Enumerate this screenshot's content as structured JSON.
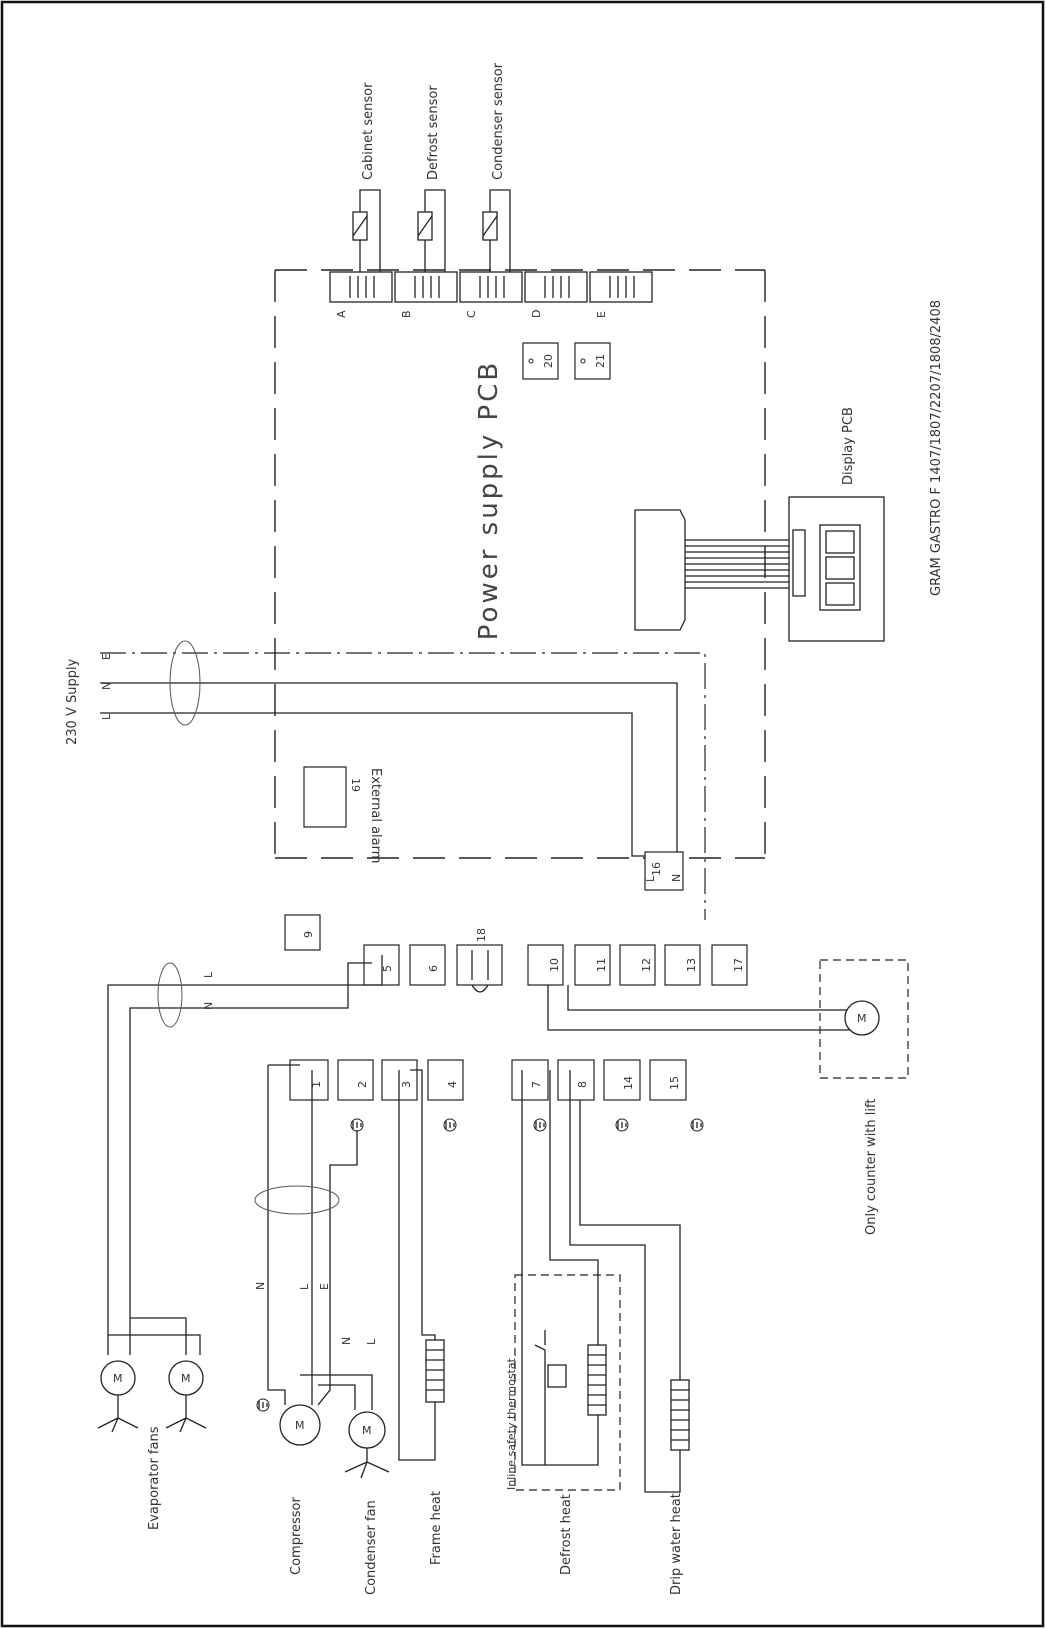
{
  "title": "GRAM GASTRO F 1407/1807/2207/1808/2408",
  "pcb_label": "Power supply PCB",
  "display_pcb": "Display PCB",
  "supply": {
    "label": "230 V Supply",
    "l": "L",
    "n": "N",
    "e": "E"
  },
  "sensors": {
    "cabinet": "Cabinet sensor",
    "defrost": "Defrost sensor",
    "condenser": "Condenser sensor"
  },
  "connectors": [
    "A",
    "B",
    "C",
    "D",
    "E"
  ],
  "terminals": {
    "t1": "1",
    "t2": "2",
    "t3": "3",
    "t4": "4",
    "t5": "5",
    "t6": "6",
    "t7": "7",
    "t8": "8",
    "t9": "9",
    "t10": "10",
    "t11": "11",
    "t12": "12",
    "t13": "13",
    "t14": "14",
    "t15": "15",
    "t16": "16",
    "t17": "17",
    "t18": "18",
    "t19": "19",
    "t20": "20",
    "t21": "21"
  },
  "t16_l": "L",
  "t16_n": "N",
  "external_alarm": "External alarm",
  "loads": {
    "evaporator_fans": "Evaporator fans",
    "compressor": "Compressor",
    "condenser_fan": "Condenser fan",
    "frame_heat": "Frame heat",
    "defrost_heat": "Defrost heat",
    "drip_water_heat": "Drip water heat",
    "inline_thermostat": "Inline safety thermostat",
    "only_counter": "Only counter with lift"
  },
  "wire_labels": {
    "n": "N",
    "l": "L",
    "e": "E"
  },
  "motor_symbol": "M"
}
